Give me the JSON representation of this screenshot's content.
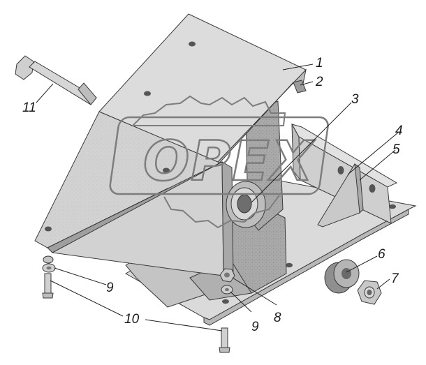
{
  "drawing": {
    "callouts": [
      {
        "id": "1",
        "label": "1"
      },
      {
        "id": "2",
        "label": "2"
      },
      {
        "id": "3",
        "label": "3"
      },
      {
        "id": "4",
        "label": "4"
      },
      {
        "id": "5",
        "label": "5"
      },
      {
        "id": "6",
        "label": "6"
      },
      {
        "id": "7",
        "label": "7"
      },
      {
        "id": "8",
        "label": "8"
      },
      {
        "id": "9a",
        "label": "9"
      },
      {
        "id": "9b",
        "label": "9"
      },
      {
        "id": "10",
        "label": "10"
      },
      {
        "id": "11",
        "label": "11"
      }
    ]
  },
  "watermark": {
    "text": "OPEX"
  },
  "colors": {
    "part_fill": "#d6d6d6",
    "part_light": "#e4e4e4",
    "part_shadow": "#b8b8b8",
    "outline": "#3a3a3a",
    "leader": "#222222",
    "watermark": "#7d7d7d"
  }
}
